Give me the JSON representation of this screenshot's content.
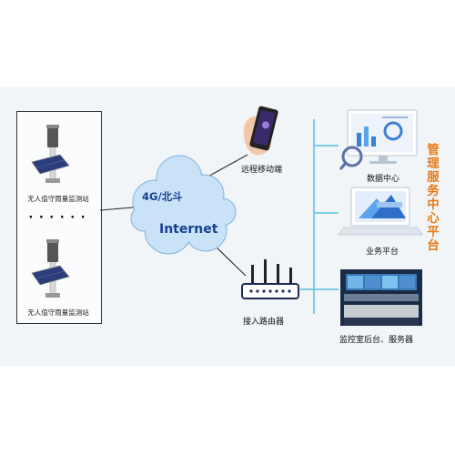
{
  "stations": [
    {
      "label": "无人值守雨量监测站"
    },
    {
      "label": "无人值守雨量监测站"
    }
  ],
  "ellipsis": "· · · · · ·",
  "cloud": {
    "network_label": "4G/北斗",
    "internet_label": "Internet"
  },
  "nodes": {
    "mobile_label": "远程移动端",
    "router_label": "接入路由器"
  },
  "platform": {
    "title": "管理服务中心平台",
    "items": [
      {
        "label": "数据中心"
      },
      {
        "label": "业务平台"
      },
      {
        "label": "监控室后台、服务器"
      }
    ]
  },
  "colors": {
    "band": "#f1f5f7",
    "line": "#6fc7e3",
    "cloud": "#c9e2f7",
    "cloud_text": "#17418f",
    "accent": "#e67b16"
  }
}
